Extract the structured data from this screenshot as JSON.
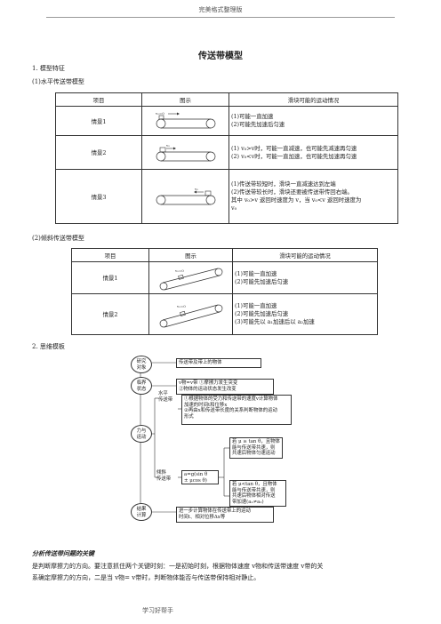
{
  "header": "完美格式整理版",
  "title": "传送带模型",
  "sec1": "1. 模型特征",
  "sub1": "(1)水平传送带模型",
  "table1": {
    "headers": [
      "项目",
      "图示",
      "滑块可能的运动情况"
    ],
    "rows": [
      {
        "name": "情景1",
        "lines": [
          "(1)可能一直加速",
          "(2)可能先加速后匀速"
        ]
      },
      {
        "name": "情景2",
        "lines": [
          "(1) v₀>v时，可能一直减速，也可能先减速再匀速",
          "(2) v₀<v时，可能一直加速，也可能先加速再匀速"
        ]
      },
      {
        "name": "情景3",
        "lines": [
          "(1)传送带较短时，滑块一直减速达到左端",
          "(2)传送带较长时，滑块还要被传送带传回右端。",
          "其中 v₀>v 返回时速度为 v，当 v₀<v 返回时速度为",
          "v₀"
        ]
      }
    ]
  },
  "sub2": "(2)倾斜传送带模型",
  "table2": {
    "headers": [
      "项目",
      "图示",
      "滑块可能的运动情况"
    ],
    "rows": [
      {
        "name": "情景1",
        "lines": [
          "(1)可能一直加速",
          "(2)可能先加速后匀速"
        ]
      },
      {
        "name": "情景2",
        "lines": [
          "(1)可能一直加速",
          "(2)可能先加速后匀速",
          "(3)可能先以 a₁加速后以 a₂加速"
        ]
      }
    ]
  },
  "sec2": "2. 思维模板",
  "flow": {
    "n1": "研究\n对象",
    "n1b": "传送带及带上的物体",
    "n2": "临界\n状态",
    "n2b": "v物=v带 ①摩擦力发生突变\n②物体的运动状态发生改变",
    "n3": "力与\n运动",
    "h_label": "水平\n传送带",
    "h_box": "①根据物体的受力和传送带的速度v计算物体\n加速的时间t和位移x\n②再由x和传送带长度的关系判断物体的运动\n形式",
    "i_label": "倾斜\n传送带",
    "i_formula": "a=g(sin θ\n± μcos θ)",
    "i_box1": "若 μ ≥ tan θ，且物体\n能与传送带共速，则\n共速后物体匀速运动",
    "i_box2": "若 μ<tan θ，且物体\n能与传送带共速，则\n共速后物体相对传送\n带加速(a₁≠a₂)",
    "n4": "结果\n计算",
    "n4b": "进一步计算物体在传送带上的运动\n时间t、相对位移Δx等"
  },
  "analysis_title": "分析传送带问题的关键",
  "analysis_lines": [
    "是判断摩擦力的方向。要注意抓住两个关键时刻：一是初始时刻，根据物体速度 v物和传送带速度 v带的关",
    "系确定摩擦力的方向，二是当 v物= v带时，判断物体能否与传送带保持相对静止。"
  ],
  "footer": "学习好帮手"
}
